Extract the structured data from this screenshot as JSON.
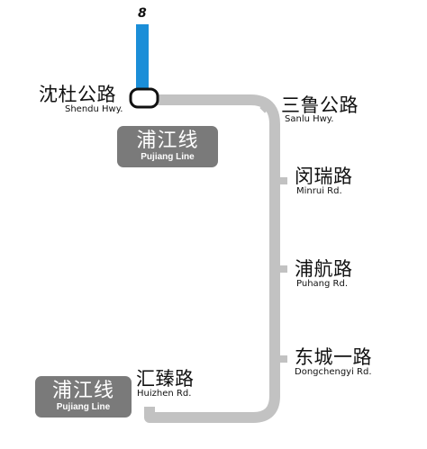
{
  "connecting_line": {
    "number": "8",
    "color": "#1b8ed8"
  },
  "pujiang_line": {
    "color": "#c2c2c2",
    "badge_color": "#7a7a7a",
    "badge_top": {
      "zh": "浦江线",
      "en": "Pujiang Line"
    },
    "badge_bottom": {
      "zh": "浦江线",
      "en": "Pujiang Line"
    }
  },
  "stations": [
    {
      "zh": "沈杜公路",
      "en": "Shendu Hwy.",
      "interchange": true
    },
    {
      "zh": "三鲁公路",
      "en": "Sanlu Hwy."
    },
    {
      "zh": "闵瑞路",
      "en": "Minrui Rd."
    },
    {
      "zh": "浦航路",
      "en": "Puhang Rd."
    },
    {
      "zh": "东城一路",
      "en": "Dongchengyi Rd."
    },
    {
      "zh": "汇臻路",
      "en": "Huizhen Rd."
    }
  ]
}
